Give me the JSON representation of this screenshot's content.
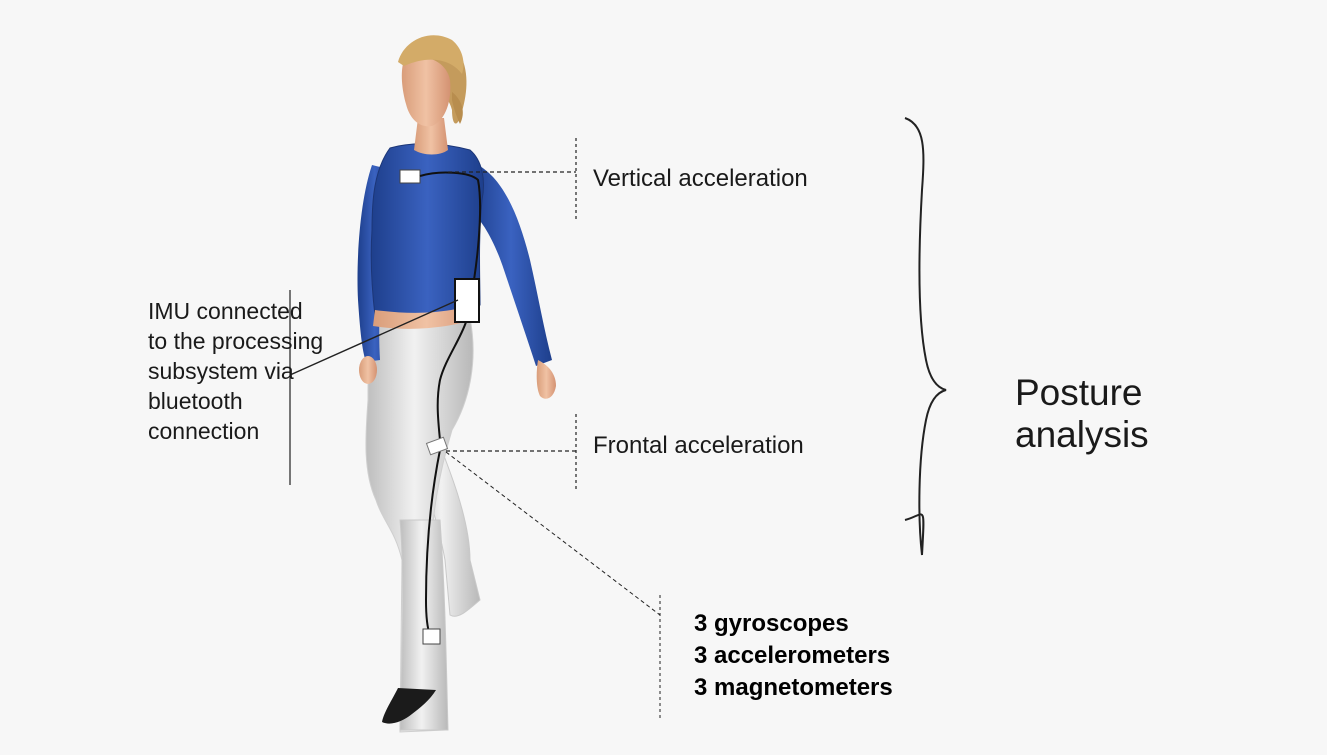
{
  "imu_label": {
    "lines": [
      "IMU connected",
      "to the processing",
      "subsystem via",
      "bluetooth",
      "connection"
    ]
  },
  "vertical_label": "Vertical acceleration",
  "frontal_label": "Frontal acceleration",
  "posture_label": {
    "lines": [
      "Posture",
      "analysis"
    ]
  },
  "sensor_list": {
    "lines": [
      "3 gyroscopes",
      "3 accelerometers",
      "3 magnetometers"
    ]
  },
  "colors": {
    "shirt": "#2b4fa3",
    "pants": "#d7d7d7",
    "skin": "#e8b494",
    "hair": "#c8a060",
    "lines": "#222222"
  }
}
